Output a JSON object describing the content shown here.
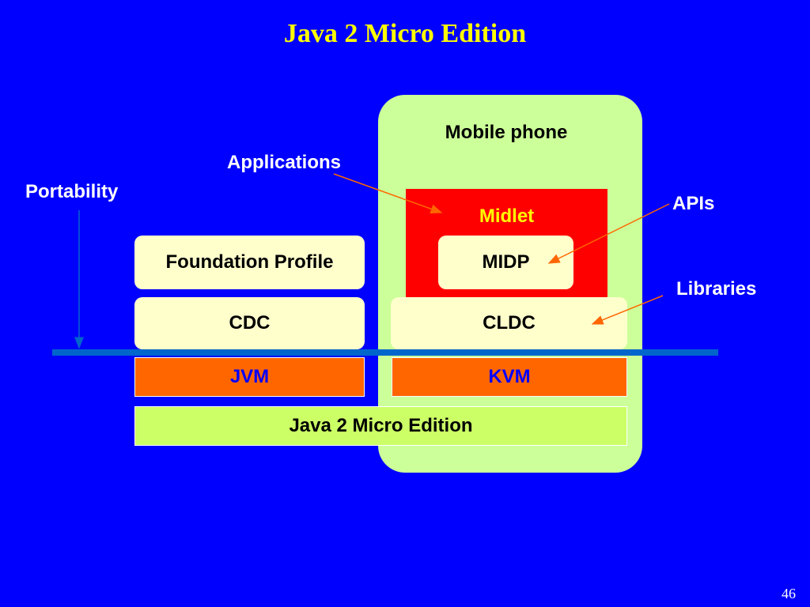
{
  "title": "Java 2 Micro Edition",
  "mobile_phone_label": "Mobile phone",
  "blocks": {
    "midlet": "Midlet",
    "midp": "MIDP",
    "foundation_profile": "Foundation Profile",
    "cdc": "CDC",
    "cldc": "CLDC",
    "jvm": "JVM",
    "kvm": "KVM",
    "java2me": "Java 2 Micro  Edition"
  },
  "annotations": {
    "applications": "Applications",
    "portability": "Portability",
    "apis": "APIs",
    "libraries": "Libraries"
  },
  "page_number": "46",
  "colors": {
    "background": "#0000ff",
    "title": "#ffff00",
    "phone": "#ccff99",
    "midlet": "#ff0000",
    "card": "#ffffcc",
    "vm": "#ff6600",
    "j2me": "#ccff66",
    "arrow": "#ff6600",
    "bar": "#0066cc"
  }
}
